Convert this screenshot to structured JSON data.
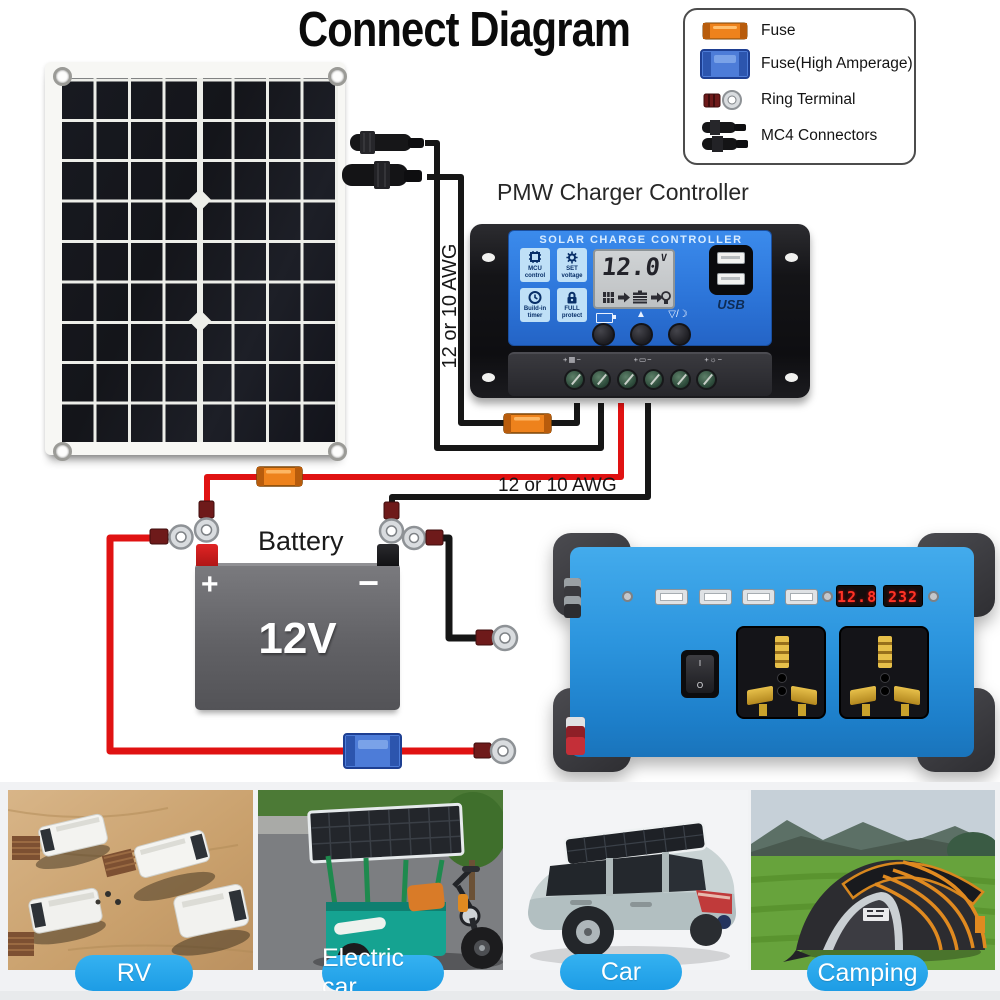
{
  "title": "Connect Diagram",
  "legend": {
    "items": [
      {
        "label": "Fuse"
      },
      {
        "label": "Fuse(High Amperage)"
      },
      {
        "label": "Ring Terminal"
      },
      {
        "label": "MC4 Connectors"
      }
    ]
  },
  "wiring": {
    "awg_vertical": "12 or 10 AWG",
    "awg_horizontal": "12 or 10 AWG"
  },
  "controller": {
    "caption": "PMW Charger Controller",
    "header": "SOLAR CHARGE CONTROLLER",
    "lcd_value": "12.0",
    "lcd_unit": "V",
    "tiles": [
      {
        "label": "MCU control"
      },
      {
        "label": "SET voltage"
      },
      {
        "label": "Build-in timer"
      },
      {
        "label": "FULL protect"
      }
    ],
    "usb_label": "USB",
    "button_markings": {
      "up": "▲",
      "down_moon": "▽/☽"
    },
    "terminal_markings": [
      "+▦−",
      "+▭−",
      "+☼−"
    ]
  },
  "battery": {
    "caption": "Battery",
    "voltage": "12V",
    "plus": "+",
    "minus": "−"
  },
  "inverter": {
    "voltmeter": "12.8",
    "ac_display": "232",
    "switch_on": "I",
    "switch_off": "O"
  },
  "gallery": {
    "labels": [
      "RV",
      "Electric car",
      "Car",
      "Camping"
    ]
  },
  "colors": {
    "wire-red": "#e01212",
    "wire-black": "#161616",
    "fuse-orange": "#ee821c",
    "fuse-blue": "#4d7cd8",
    "controller-blue": "#2d78dd",
    "inverter-blue": "#2f9ce4",
    "pill-blue": "#1d9ce5",
    "display-red": "#ff3326"
  }
}
